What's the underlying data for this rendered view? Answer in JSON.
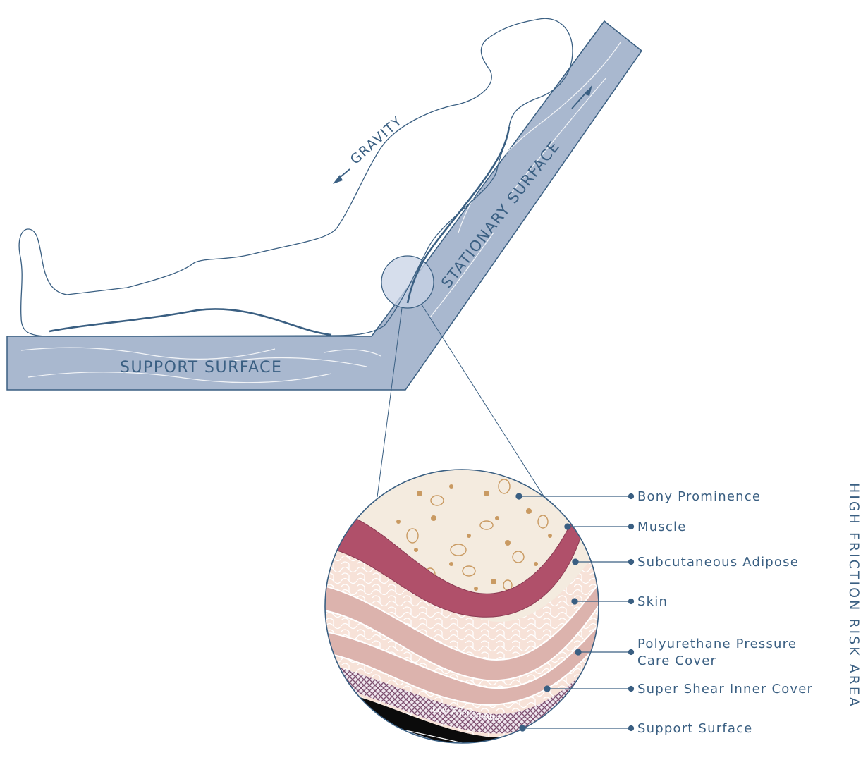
{
  "diagram": {
    "support_surface_label": "SUPPORT SURFACE",
    "stationary_surface_label": "STATIONARY SURFACE",
    "gravity_label": "GRAVITY",
    "low_friction_label": "Low Friction Area",
    "side_label": "HIGH FRICTION RISK AREA",
    "layers": [
      {
        "label": "Bony Prominence"
      },
      {
        "label": "Muscle"
      },
      {
        "label": "Subcutaneous Adipose"
      },
      {
        "label": "Skin"
      },
      {
        "label": "Polyurethane Pressure",
        "label2": "Care Cover"
      },
      {
        "label": "Super Shear Inner Cover"
      },
      {
        "label": "Support Surface"
      }
    ]
  },
  "colors": {
    "surface_fill": "#a9b8cf",
    "outline": "#3a5f82",
    "bone": "#f4ebdf",
    "muscle": "#b0506a",
    "skin": "#dcb3ad",
    "adipose": "#f7e2d8",
    "cover": "#7e5070"
  }
}
